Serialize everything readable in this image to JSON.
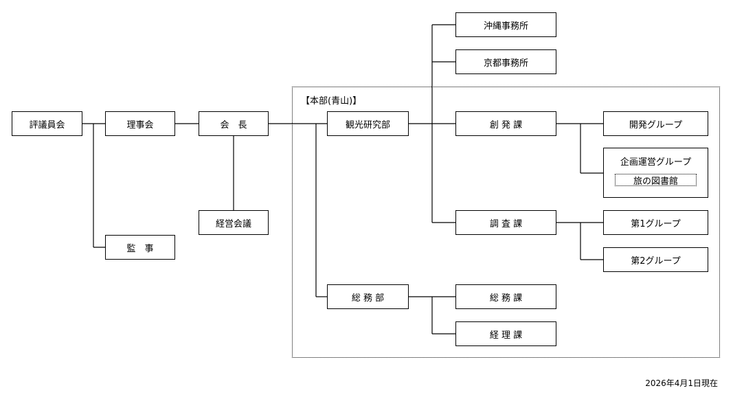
{
  "chart": {
    "title_region": "【本部(青山)】",
    "as_of": "2026年4月1日現在",
    "nodes": {
      "hyogiinkai": "評議員会",
      "rijikai": "理事会",
      "kaicho": "会　長",
      "kansa": "監　事",
      "keiei_kaigi": "経営会議",
      "kanko_kenkyubu": "観光研究部",
      "somubu": "総 務 部",
      "okinawa": "沖縄事務所",
      "kyoto": "京都事務所",
      "sohatsuka": "創 発 課",
      "chosaka": "調 査 課",
      "somuka": "総 務 課",
      "keirika": "経 理 課",
      "kaihatsu_group": "開発グループ",
      "kikaku_group": "企画運営グループ",
      "tabi_library": "旅の図書館",
      "group1": "第1グループ",
      "group2": "第2グループ"
    }
  }
}
